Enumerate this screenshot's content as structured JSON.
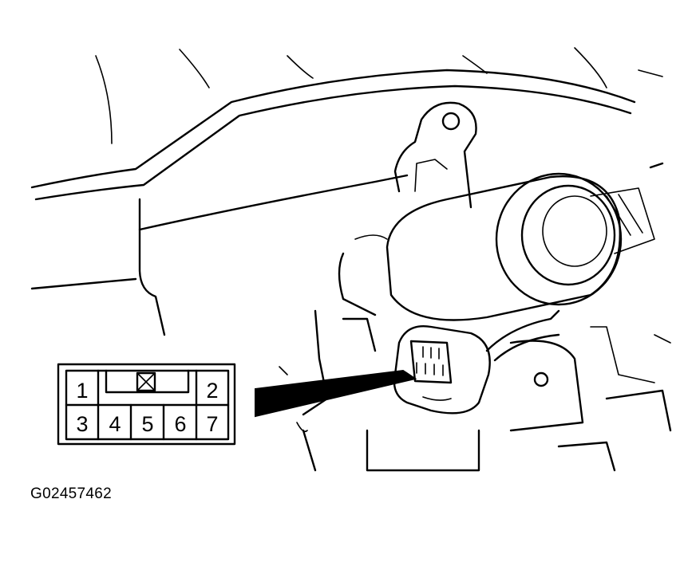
{
  "connector": {
    "pins": [
      {
        "num": "1"
      },
      {
        "num": "2"
      },
      {
        "num": "3"
      },
      {
        "num": "4"
      },
      {
        "num": "5"
      },
      {
        "num": "6"
      },
      {
        "num": "7"
      }
    ]
  },
  "figure_id": "G02457462",
  "colors": {
    "ink": "#000000",
    "paper": "#ffffff"
  }
}
